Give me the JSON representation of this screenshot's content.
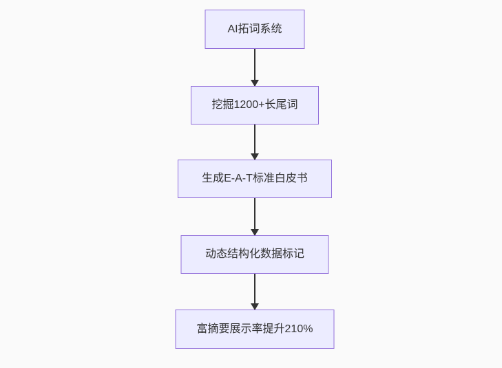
{
  "diagram": {
    "type": "flowchart",
    "direction": "top-down",
    "background": "#fafafa",
    "colors": {
      "node_fill": "#ECECFF",
      "node_border": "#9370DB",
      "node_text": "#333333",
      "arrow": "#333333"
    },
    "nodes": [
      {
        "id": "1",
        "label": "AI拓词系统"
      },
      {
        "id": "2",
        "label": "挖掘1200+长尾词"
      },
      {
        "id": "3",
        "label": "生成E-A-T标准白皮书"
      },
      {
        "id": "4",
        "label": "动态结构化数据标记"
      },
      {
        "id": "5",
        "label": "富摘要展示率提升210%"
      }
    ],
    "edges": [
      {
        "from": "1",
        "to": "2"
      },
      {
        "from": "2",
        "to": "3"
      },
      {
        "from": "3",
        "to": "4"
      },
      {
        "from": "4",
        "to": "5"
      }
    ]
  }
}
